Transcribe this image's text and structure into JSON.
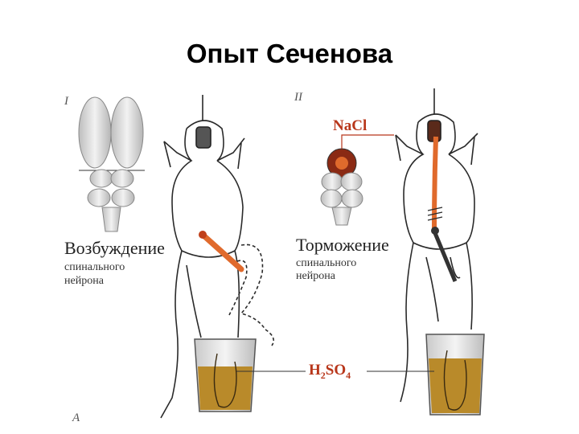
{
  "title": "Опыт Сеченова",
  "panels": {
    "left": {
      "number": "I",
      "label_main": "Возбуждение",
      "label_line1": "спинального",
      "label_line2": "нейрона",
      "corner_mark": "А"
    },
    "right": {
      "number": "II",
      "label_main": "Торможение",
      "label_line1": "спинального",
      "label_line2": "нейрона",
      "salt_label": "NaCl"
    }
  },
  "acid": {
    "label_main": "H",
    "sub1": "2",
    "mid": "SO",
    "sub2": "4"
  },
  "colors": {
    "nerve": "#e06a2c",
    "acid_liquid": "#b98a2a",
    "salt_label": "#b8361a",
    "outline": "#2a2a2a"
  }
}
